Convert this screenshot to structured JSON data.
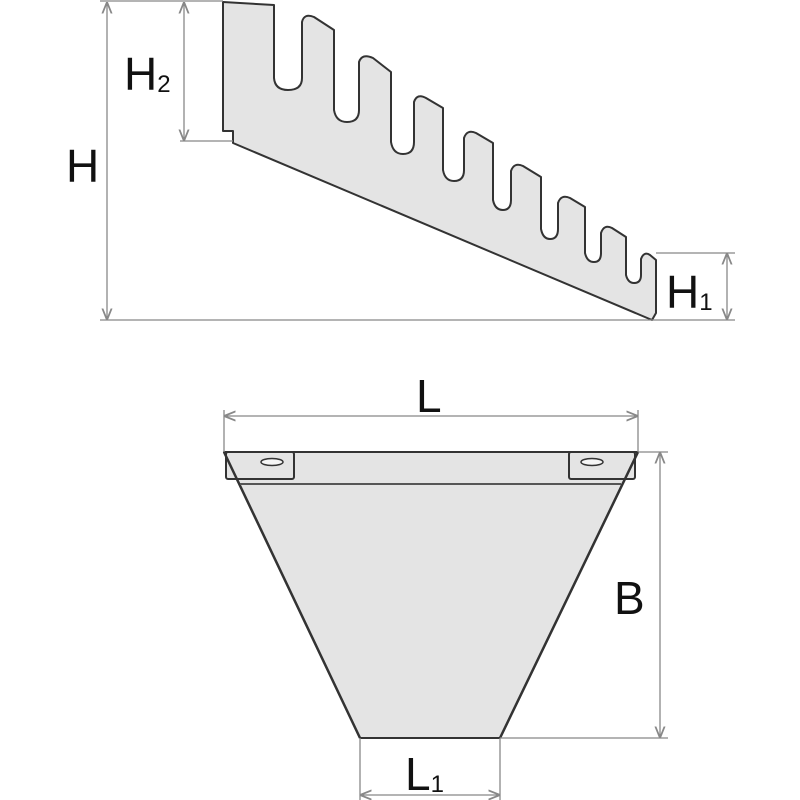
{
  "labels": {
    "H": {
      "main": "H",
      "sub": ""
    },
    "H2": {
      "main": "H",
      "sub": "2"
    },
    "H1": {
      "main": "H",
      "sub": "1"
    },
    "L": {
      "main": "L",
      "sub": ""
    },
    "B": {
      "main": "B",
      "sub": ""
    },
    "L1": {
      "main": "L",
      "sub": "1"
    }
  },
  "colors": {
    "part_fill": "#e4e4e4",
    "outline": "#333333",
    "dimension": "#888888"
  }
}
